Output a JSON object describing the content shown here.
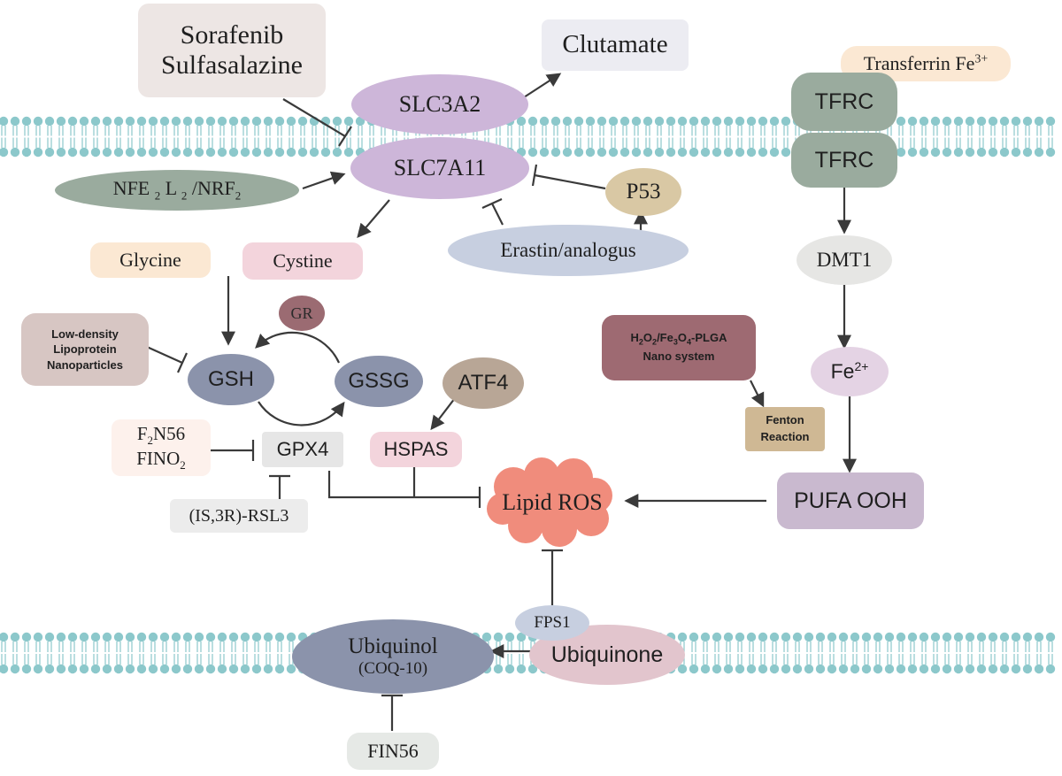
{
  "nodes": {
    "sorafenib": [
      "Sorafenib",
      "Sulfasalazine"
    ],
    "clutamate": "Clutamate",
    "transferrin": "Transferrin Fe",
    "transferrin_sup": "3+",
    "slc3a2": "SLC3A2",
    "slc7a11": "SLC7A11",
    "tfrc_top": "TFRC",
    "tfrc_bottom": "TFRC",
    "nrf2": "NFE <sub>2</sub> L <sub>2</sub> /NRF<sub>2</sub>",
    "p53": "P53",
    "erastin": "Erastin/analogus",
    "glycine": "Glycine",
    "cystine": "Cystine",
    "dmt1": "DMT1",
    "gr": "GR",
    "low_density": [
      "Low-density",
      "Lipoprotein",
      "Nanoparticles"
    ],
    "gsh": "GSH",
    "gssg": "GSSG",
    "atf4": "ATF4",
    "nano_system": [
      "H<sub>2</sub>O<sub>2</sub>/Fe<sub>3</sub>O<sub>4</sub>-PLGA",
      "Nano system"
    ],
    "fe2": "Fe",
    "fe2_sup": "2+",
    "fenton": [
      "Fenton",
      "Reaction"
    ],
    "f2n56": [
      "F<sub>2</sub>N56",
      "FINO<sub>2</sub>"
    ],
    "gpx4": "GPX4",
    "hspas": "HSPAS",
    "rsl3": "(IS,3R)-RSL3",
    "lipid_ros": "Lipid ROS",
    "pufa_ooh": "PUFA OOH",
    "fps1": "FPS1",
    "ubiquinol": "Ubiquinol",
    "coq10": "(COQ-10)",
    "ubiquinone": "Ubiquinone",
    "fin56": "FIN56"
  },
  "colors": {
    "membrane": "#8cc8cb",
    "purple_light": "#cdb6d9",
    "teal_gray": "#9aab9e",
    "slate": "#8b93ab",
    "cloud": "#f08c7c"
  }
}
